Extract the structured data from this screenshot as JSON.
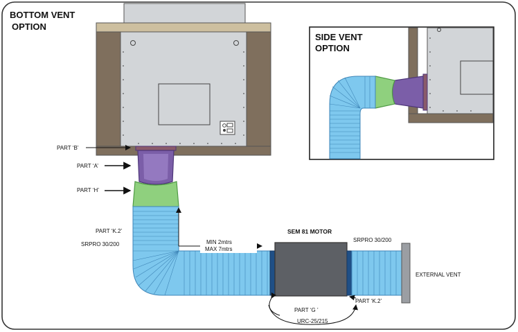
{
  "main_title": [
    "BOTTOM VENT",
    "OPTION"
  ],
  "inset": {
    "title": [
      "SIDE VENT",
      "OPTION"
    ]
  },
  "labels": {
    "part_b": "PART ‘B’",
    "part_a": "PART ‘A’",
    "part_h": "PART ‘H’",
    "part_k2_left": "PART ‘K.2’",
    "srpro_left": "SRPRO 30/200",
    "min_len": "MIN 2mtrs",
    "max_len": "MAX 7mtrs",
    "motor": "SEM 81 MOTOR",
    "srpro_right": "SRPRO 30/200",
    "external_vent": "EXTERNAL VENT",
    "part_g": "PART ‘G ’",
    "part_k2_right": "PART ‘K.2’",
    "urc": "URC-25/215"
  },
  "colors": {
    "duct_blue": "#7ec8ee",
    "duct_line": "#3f86b8",
    "green_part": "#8fd07e",
    "purple_part": "#7b5ea8",
    "purple_dark": "#4e3679",
    "cabinet_brown": "#7f6f5d",
    "counter_top": "#cdbf9f",
    "unit_grey": "#d2d5d8",
    "motor_grey": "#5d6065",
    "vent_grey": "#9b9ea3"
  },
  "icons": [
    "switch-icon",
    "arrow-right-icon"
  ]
}
